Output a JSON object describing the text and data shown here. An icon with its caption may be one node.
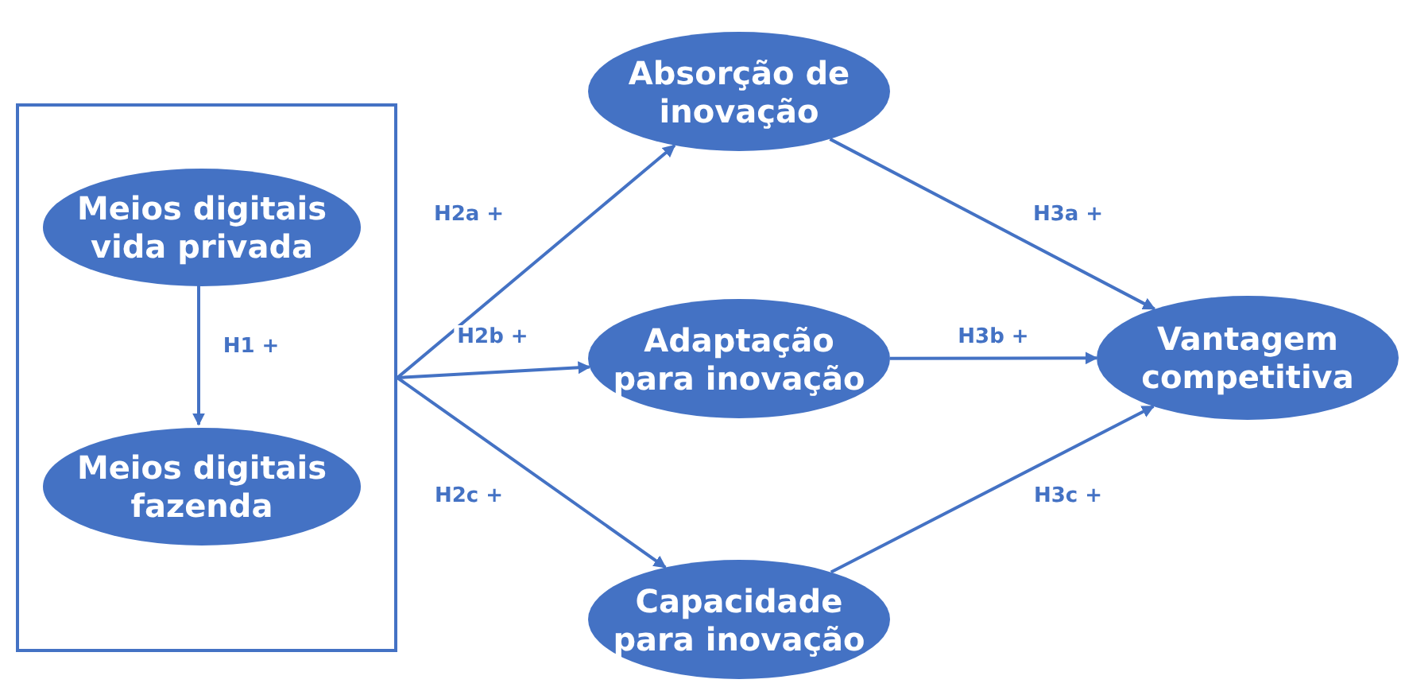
{
  "diagram": {
    "nodes": [
      {
        "text": [],
        "shape": "box"
      },
      {
        "text": [
          "Meios digitais vida privada"
        ],
        "in": 0
      },
      {
        "text": [
          "Meios digitais fazenda"
        ],
        "in": 0
      },
      {
        "text": [
          "Absorção de inovação"
        ]
      },
      {
        "text": [
          "Adaptação para inovação"
        ]
      },
      {
        "text": [
          "Capacidade para inovação"
        ]
      },
      {
        "text": [
          "Vantagem competitiva"
        ]
      }
    ],
    "edges": [
      {
        "from": 1,
        "to": 2,
        "arrow": "to",
        "label": "H1 +"
      },
      {
        "from": 0,
        "to": 3,
        "arrow": "to",
        "label": "H2a +"
      },
      {
        "from": 0,
        "to": 4,
        "arrow": "to",
        "label": "H2b +"
      },
      {
        "from": 0,
        "to": 5,
        "arrow": "to",
        "label": "H2c +"
      },
      {
        "from": 3,
        "to": 6,
        "arrow": "to",
        "label": "H3a +"
      },
      {
        "from": 4,
        "to": 6,
        "arrow": "to",
        "label": "H3b +"
      },
      {
        "from": 5,
        "to": 6,
        "arrow": "to",
        "label": "H3c +"
      }
    ]
  }
}
